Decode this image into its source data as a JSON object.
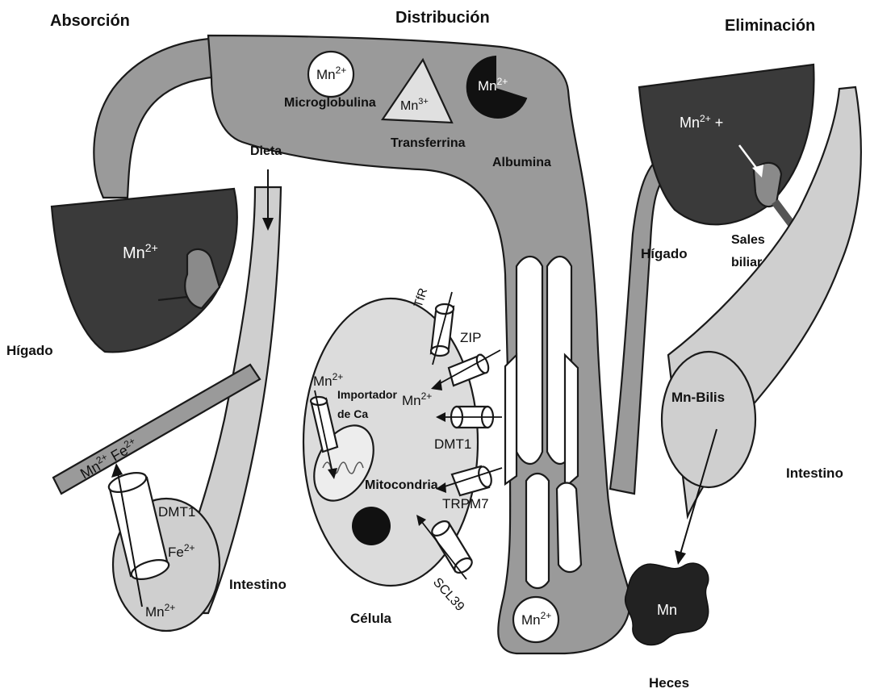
{
  "sections": {
    "absorcion": "Absorción",
    "distribucion": "Distribución",
    "eliminacion": "Eliminación"
  },
  "absorption": {
    "liver_label": "Hígado",
    "liver_ion": "Mn",
    "diet": "Dieta",
    "vessel_ions": "Mn",
    "vessel_fe": "Fe",
    "transporter": "DMT1",
    "fe_ion": "Fe",
    "mn_ion": "Mn",
    "intestine": "Intestino"
  },
  "distribution": {
    "microglobulin_ion": "Mn",
    "microglobulin": "Microglobulina",
    "transferrin_ion": "Mn",
    "transferrin": "Transferrina",
    "albumin_ion": "Mn",
    "albumin": "Albumina",
    "vessel_ion": "Mn",
    "cell": {
      "label": "Célula",
      "tfr": "TfR",
      "zip": "ZIP",
      "mn_center": "Mn",
      "dmt1": "DMT1",
      "trpm7": "TRPM7",
      "scl39": "SCL39",
      "ca_importer_line1": "Importador",
      "ca_importer_line2": "de Ca",
      "mn_importer": "Mn",
      "mitochondria": "Mitocondria"
    }
  },
  "elimination": {
    "liver_ion": "Mn",
    "liver_plus": "+",
    "liver_label": "Hígado",
    "bile_salts_line1": "Sales",
    "bile_salts_line2": "biliares",
    "mn_bilis": "Mn-Bilis",
    "intestine": "Intestino",
    "feces_ion": "Mn",
    "feces": "Heces"
  },
  "superscripts": {
    "two_plus": "2+",
    "three_plus": "3+"
  },
  "colors": {
    "vessel": "#9a9a9a",
    "liver": "#3a3a3a",
    "intestine": "#cfcfcf",
    "cell": "#dcdcdc",
    "albumin": "#111111",
    "transferrin": "#e0e0e0"
  }
}
